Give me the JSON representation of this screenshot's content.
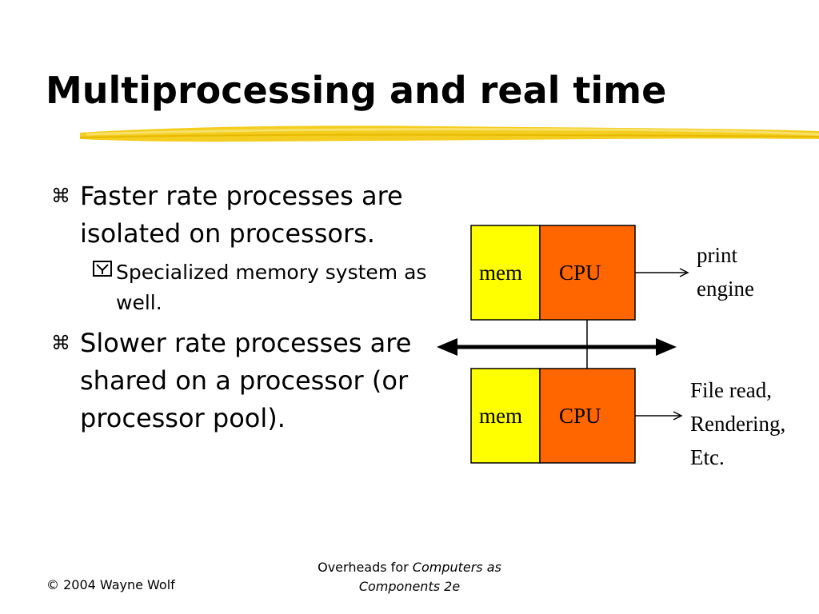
{
  "slide": {
    "title": "Multiprocessing and real time",
    "bullets": [
      {
        "text": "Faster rate processes are isolated on processors.",
        "marker": "⌘",
        "level": 1
      },
      {
        "text": "Specialized memory system as well.",
        "marker": "y-checkbox",
        "level": 2
      },
      {
        "text": "Slower rate processes are shared on a processor (or processor pool).",
        "marker": "⌘",
        "level": 1
      }
    ]
  },
  "diagram": {
    "top_unit": {
      "mem_label": "mem",
      "cpu_label": "CPU",
      "output_line1": "print",
      "output_line2": "engine"
    },
    "bottom_unit": {
      "mem_label": "mem",
      "cpu_label": "CPU",
      "output_line1": "File read,",
      "output_line2": "Rendering,",
      "output_line3": "Etc."
    },
    "colors": {
      "mem": "#ffff00",
      "cpu": "#ff6600",
      "brush": "#f5d100"
    }
  },
  "footer": {
    "copyright": "© 2004 Wayne Wolf",
    "overheads_prefix": "Overheads for ",
    "overheads_title_line1": "Computers as",
    "overheads_title_line2": "Components 2e"
  }
}
